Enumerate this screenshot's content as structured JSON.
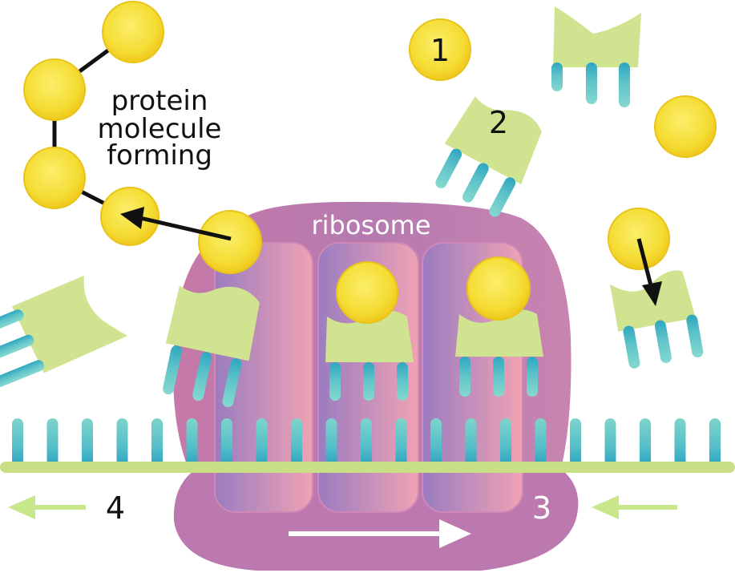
{
  "labels": {
    "protein_line1": "protein",
    "protein_line2": "molecule",
    "protein_line3": "forming",
    "ribosome": "ribosome",
    "num1": "1",
    "num2": "2",
    "num3": "3",
    "num4": "4"
  },
  "colors": {
    "amino_acid_fill": "#f7e23e",
    "amino_acid_stroke": "#e5c21a",
    "trna_green": "#cfe390",
    "trna_leg_top": "#2fa7c1",
    "trna_leg_bottom": "#7fd6cc",
    "ribosome_purple": "#b07bb3",
    "ribosome_pink": "#e494b1",
    "mrna_strand": "#c8df86",
    "arrow_black": "#111111",
    "arrow_white": "#ffffff",
    "arrow_green": "#c8e68a"
  }
}
